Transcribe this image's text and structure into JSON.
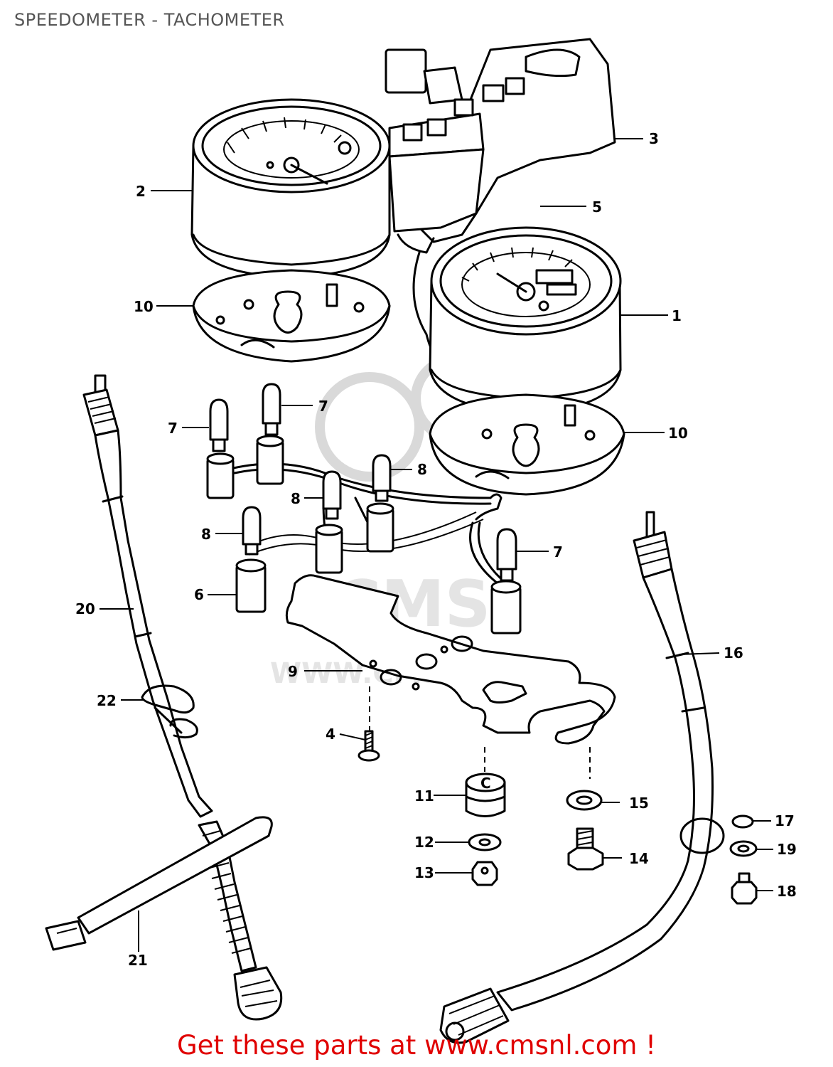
{
  "page": {
    "title": "SPEEDOMETER - TACHOMETER",
    "footer": "Get these parts at www.cmsnl.com !"
  },
  "watermark": {
    "logo": "CMS",
    "url": "WWW.CMSNL.COM"
  },
  "callouts": [
    "1",
    "2",
    "3",
    "4",
    "5",
    "6",
    "7",
    "7",
    "7",
    "8",
    "8",
    "8",
    "9",
    "10",
    "10",
    "11",
    "12",
    "13",
    "14",
    "15",
    "16",
    "17",
    "18",
    "19",
    "20",
    "21",
    "22"
  ]
}
